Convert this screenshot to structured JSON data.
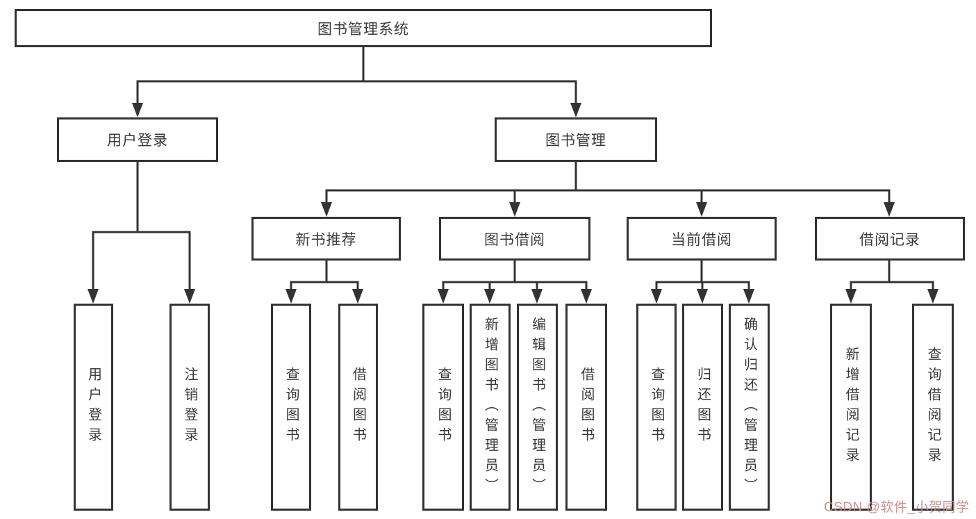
{
  "tree": {
    "label": "图书管理系统",
    "children": [
      {
        "label": "用户登录",
        "children": [
          {
            "label": "用户登录"
          },
          {
            "label": "注销登录"
          }
        ]
      },
      {
        "label": "图书管理",
        "children": [
          {
            "label": "新书推荐",
            "children": [
              {
                "label": "查询图书"
              },
              {
                "label": "借阅图书"
              }
            ]
          },
          {
            "label": "图书借阅",
            "children": [
              {
                "label": "查询图书"
              },
              {
                "label": "新增图书（管理员）"
              },
              {
                "label": "编辑图书（管理员）"
              },
              {
                "label": "借阅图书"
              }
            ]
          },
          {
            "label": "当前借阅",
            "children": [
              {
                "label": "查询图书"
              },
              {
                "label": "归还图书"
              },
              {
                "label": "确认归还（管理员）"
              }
            ]
          },
          {
            "label": "借阅记录",
            "children": [
              {
                "label": "新增借阅记录"
              },
              {
                "label": "查询借阅记录"
              }
            ]
          }
        ]
      }
    ]
  },
  "watermark": {
    "text": "CSDN @软件_小贺同学",
    "color": "#c98a8a"
  },
  "style": {
    "line_color": "#333333",
    "background": "#ffffff",
    "text_color": "#3a3a3a"
  }
}
